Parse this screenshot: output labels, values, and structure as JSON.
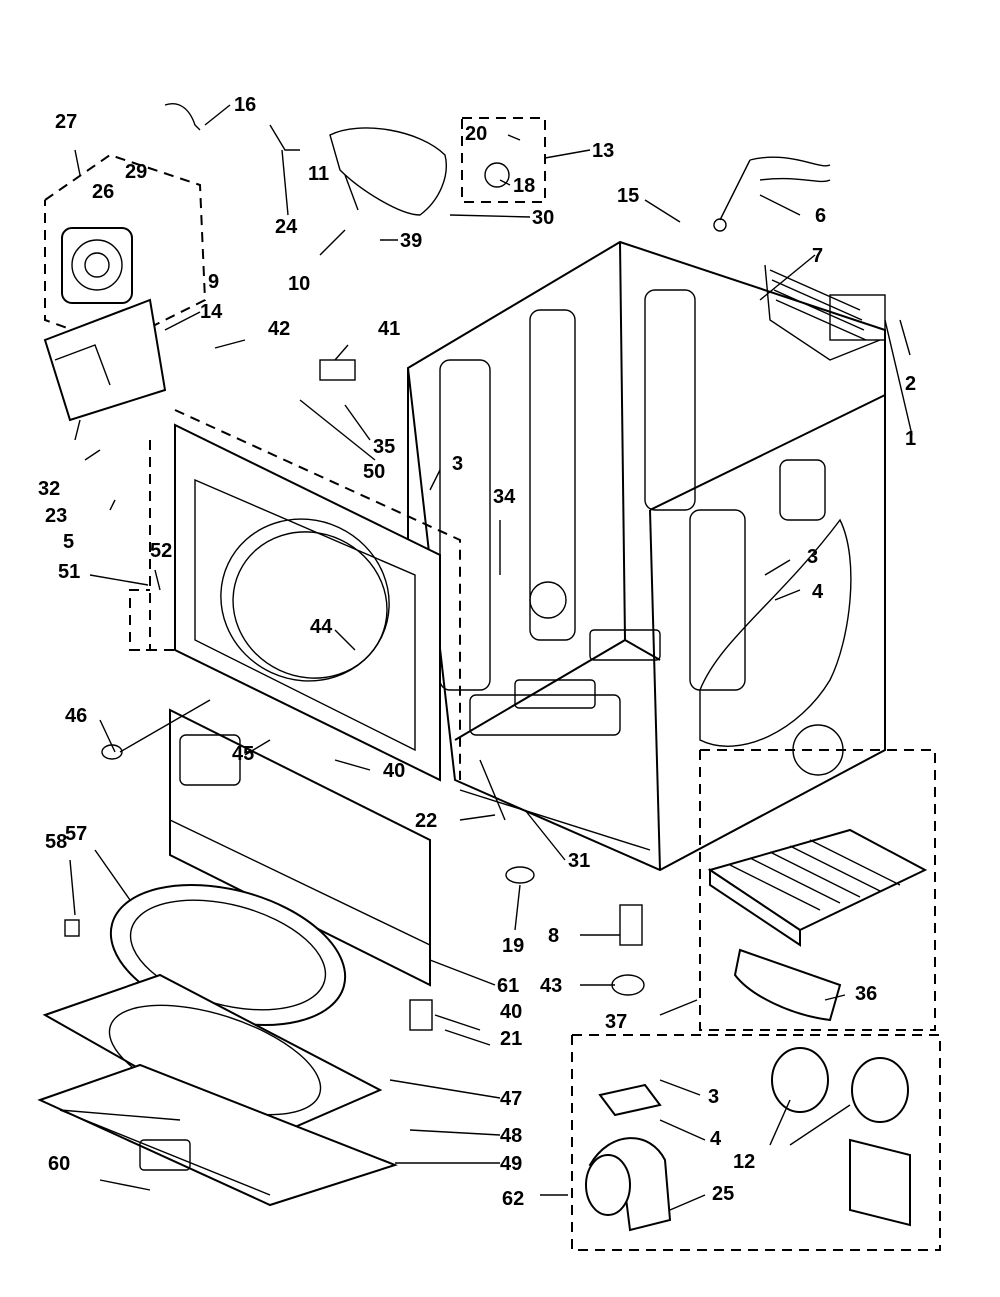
{
  "diagram": {
    "callouts": {
      "c1": "1",
      "c2": "2",
      "c3a": "3",
      "c3b": "3",
      "c3c": "3",
      "c4a": "4",
      "c4b": "4",
      "c5": "5",
      "c6": "6",
      "c7": "7",
      "c8": "8",
      "c9": "9",
      "c10": "10",
      "c11": "11",
      "c12": "12",
      "c13": "13",
      "c14": "14",
      "c15": "15",
      "c16": "16",
      "c18": "18",
      "c19": "19",
      "c20": "20",
      "c21": "21",
      "c22": "22",
      "c23": "23",
      "c24": "24",
      "c25": "25",
      "c26": "26",
      "c27": "27",
      "c29": "29",
      "c30": "30",
      "c31": "31",
      "c32": "32",
      "c34": "34",
      "c35": "35",
      "c36": "36",
      "c37": "37",
      "c39": "39",
      "c40a": "40",
      "c40b": "40",
      "c41": "41",
      "c42": "42",
      "c43": "43",
      "c44": "44",
      "c45": "45",
      "c46": "46",
      "c47": "47",
      "c48": "48",
      "c49": "49",
      "c50": "50",
      "c51": "51",
      "c52": "52",
      "c57": "57",
      "c58": "58",
      "c60": "60",
      "c61": "61",
      "c62": "62"
    }
  }
}
